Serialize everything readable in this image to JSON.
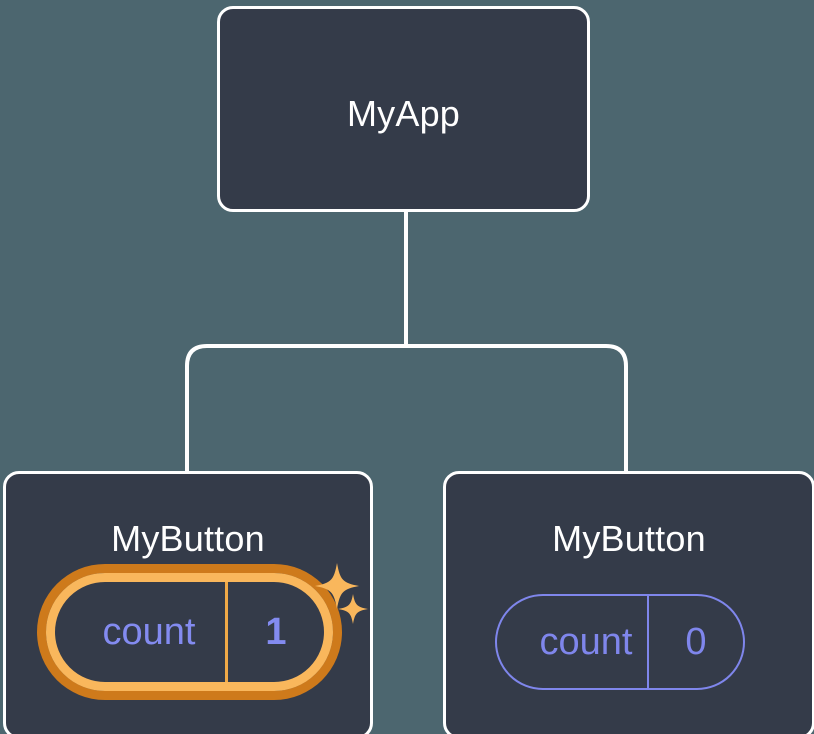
{
  "diagram": {
    "title": "React component tree with state highlight",
    "background_color": "#4c666f",
    "node_fill_color": "#343b49",
    "node_border_color": "#ffffff",
    "connector_color": "#ffffff",
    "state_accent_color": "#7f86ec",
    "highlight_stroke_color": "#f9b75c",
    "highlight_glow_color": "#ce7a1b",
    "sparkle_color": "#f9b75c"
  },
  "nodes": {
    "root": {
      "label": "MyApp"
    },
    "child_left": {
      "label": "MyButton",
      "state": {
        "key": "count",
        "value": "1",
        "highlighted": true
      }
    },
    "child_right": {
      "label": "MyButton",
      "state": {
        "key": "count",
        "value": "0",
        "highlighted": false
      }
    }
  },
  "icons": {
    "sparkle_large": "sparkle-icon",
    "sparkle_small": "sparkle-small-icon"
  }
}
